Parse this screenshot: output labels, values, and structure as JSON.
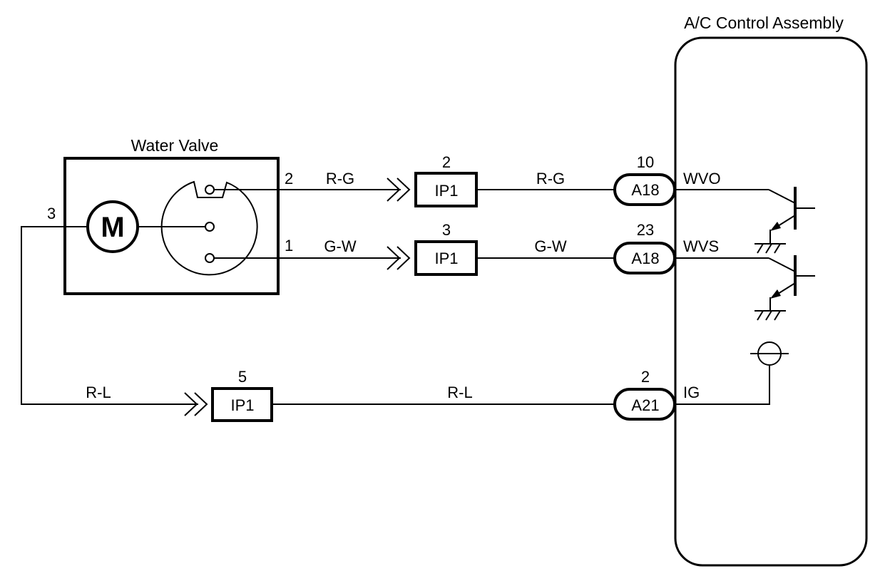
{
  "water_valve": {
    "title": "Water Valve",
    "motor_symbol": "M",
    "pins": {
      "p2": "2",
      "p1": "1",
      "p3": "3"
    }
  },
  "control_assembly": {
    "title": "A/C Control Assembly",
    "terminals": {
      "wvo": "WVO",
      "wvs": "WVS",
      "ig": "IG"
    }
  },
  "wires": {
    "top_left": "R-G",
    "top_right": "R-G",
    "mid_left": "G-W",
    "mid_right": "G-W",
    "bottom_left": "R-L",
    "bottom_right": "R-L"
  },
  "connectors": {
    "ip1_top": {
      "pin": "2",
      "label": "IP1"
    },
    "ip1_mid": {
      "pin": "3",
      "label": "IP1"
    },
    "ip1_bottom": {
      "pin": "5",
      "label": "IP1"
    },
    "a18_top": {
      "pin": "10",
      "label": "A18"
    },
    "a18_mid": {
      "pin": "23",
      "label": "A18"
    },
    "a21": {
      "pin": "2",
      "label": "A21"
    }
  },
  "icons": {
    "motor": "motor-icon",
    "ground": "ground-icon",
    "transistor": "transistor-icon",
    "ignition_source": "ignition-source-icon",
    "connector_arrow": "connector-arrow-icon"
  }
}
